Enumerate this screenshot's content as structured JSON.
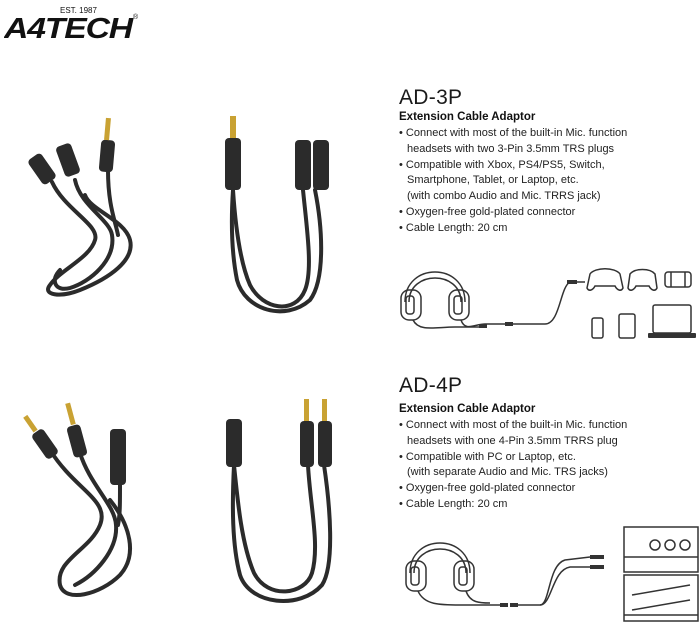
{
  "brand": {
    "name": "A4TECH",
    "est": "EST. 1987",
    "registered": "®"
  },
  "products": [
    {
      "model": "AD-3P",
      "subtitle": "Extension Cable Adaptor",
      "features": [
        "Connect with most of the built-in Mic. function headsets with two 3-Pin 3.5mm TRS plugs",
        "Compatible with Xbox, PS4/PS5, Switch, Smartphone, Tablet, or Laptop, etc. (with combo Audio and Mic. TRRS jack)",
        "Oxygen-free gold-plated connector",
        "Cable Length: 20 cm"
      ],
      "feature_lines": [
        [
          "Connect with most of the built-in Mic. function",
          "headsets with two 3-Pin 3.5mm TRS plugs"
        ],
        [
          "Compatible with Xbox, PS4/PS5, Switch,",
          "Smartphone, Tablet, or Laptop, etc.",
          "(with combo Audio and Mic. TRRS jack)"
        ],
        [
          "Oxygen-free gold-plated connector"
        ],
        [
          "Cable Length: 20 cm"
        ]
      ],
      "diagram_devices": [
        "headset-icon",
        "xbox-controller-icon",
        "ps-controller-icon",
        "switch-icon",
        "phone-icon",
        "tablet-icon",
        "laptop-icon"
      ]
    },
    {
      "model": "AD-4P",
      "subtitle": "Extension Cable Adaptor",
      "features": [
        "Connect with most of the built-in Mic. function headsets with one 4-Pin 3.5mm TRRS plug",
        "Compatible with PC or Laptop, etc. (with separate Audio and Mic. TRS jacks)",
        "Oxygen-free gold-plated connector",
        "Cable Length: 20 cm"
      ],
      "feature_lines": [
        [
          "Connect with most of the built-in Mic. function",
          "headsets with one 4-Pin 3.5mm TRRS plug"
        ],
        [
          "Compatible with PC or Laptop, etc.",
          "(with separate Audio and Mic. TRS jacks)"
        ],
        [
          "Oxygen-free gold-plated connector"
        ],
        [
          "Cable Length: 20 cm"
        ]
      ],
      "diagram_devices": [
        "headset-icon",
        "pc-audio-ports-icon",
        "laptop-audio-ports-icon"
      ]
    }
  ],
  "colors": {
    "cable": "#2b2b2b",
    "gold": "#c9a233",
    "line": "#333333"
  }
}
